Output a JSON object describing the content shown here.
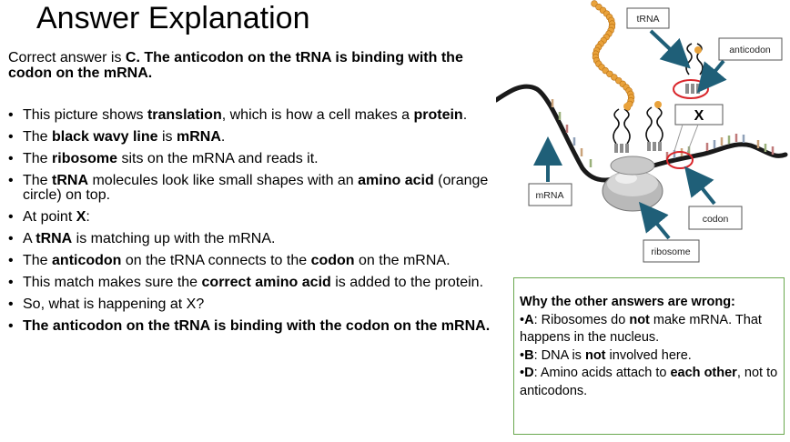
{
  "title": "Answer Explanation",
  "correct_answer": {
    "prefix": "Correct answer is ",
    "bold": "C. The anticodon on the tRNA is binding with the codon on the mRNA."
  },
  "bullets": [
    [
      {
        "t": "This picture shows "
      },
      {
        "t": "translation",
        "b": true
      },
      {
        "t": ", which is how a cell makes a "
      },
      {
        "t": "protein",
        "b": true
      },
      {
        "t": "."
      }
    ],
    [
      {
        "t": "The "
      },
      {
        "t": "black wavy line",
        "b": true
      },
      {
        "t": " is "
      },
      {
        "t": "mRNA",
        "b": true
      },
      {
        "t": "."
      }
    ],
    [
      {
        "t": "The "
      },
      {
        "t": "ribosome",
        "b": true
      },
      {
        "t": " sits on the mRNA and reads it."
      }
    ],
    [
      {
        "t": "The "
      },
      {
        "t": "tRNA",
        "b": true
      },
      {
        "t": " molecules look like small shapes with an "
      },
      {
        "t": "amino acid",
        "b": true
      },
      {
        "t": " (orange circle) on top."
      }
    ],
    [
      {
        "t": "At point "
      },
      {
        "t": "X",
        "b": true
      },
      {
        "t": ":"
      }
    ],
    [
      {
        "t": "A "
      },
      {
        "t": "tRNA",
        "b": true
      },
      {
        "t": " is matching up with the mRNA."
      }
    ],
    [
      {
        "t": "The "
      },
      {
        "t": "anticodon",
        "b": true
      },
      {
        "t": " on the tRNA connects to the "
      },
      {
        "t": "codon",
        "b": true
      },
      {
        "t": " on the mRNA."
      }
    ],
    [
      {
        "t": "This match makes sure the "
      },
      {
        "t": "correct amino acid",
        "b": true
      },
      {
        "t": " is added to the protein."
      }
    ],
    [
      {
        "t": "So, what is happening at X?"
      }
    ],
    [
      {
        "t": "The anticodon on the tRNA is binding with the codon on the mRNA.",
        "b": true
      }
    ]
  ],
  "diagram": {
    "labels": {
      "trna": "tRNA",
      "anticodon": "anticodon",
      "x": "X",
      "mrna": "mRNA",
      "codon": "codon",
      "ribosome": "ribosome"
    },
    "colors": {
      "arrow": "#1f5f78",
      "amino_acid": "#e9a23b",
      "highlight": "#d9262b",
      "mrna": "#1a1a1a"
    }
  },
  "other_answers": {
    "heading": "Why the other answers are wrong:",
    "items": [
      [
        {
          "t": "•"
        },
        {
          "t": "A",
          "b": true
        },
        {
          "t": ": Ribosomes do "
        },
        {
          "t": "not",
          "b": true
        },
        {
          "t": " make mRNA. That happens in the nucleus."
        }
      ],
      [
        {
          "t": "•"
        },
        {
          "t": "B",
          "b": true
        },
        {
          "t": ": DNA is "
        },
        {
          "t": "not",
          "b": true
        },
        {
          "t": " involved here."
        }
      ],
      [
        {
          "t": "•"
        },
        {
          "t": "D",
          "b": true
        },
        {
          "t": ": Amino acids attach to "
        },
        {
          "t": "each other",
          "b": true
        },
        {
          "t": ", not to anticodons."
        }
      ]
    ]
  }
}
